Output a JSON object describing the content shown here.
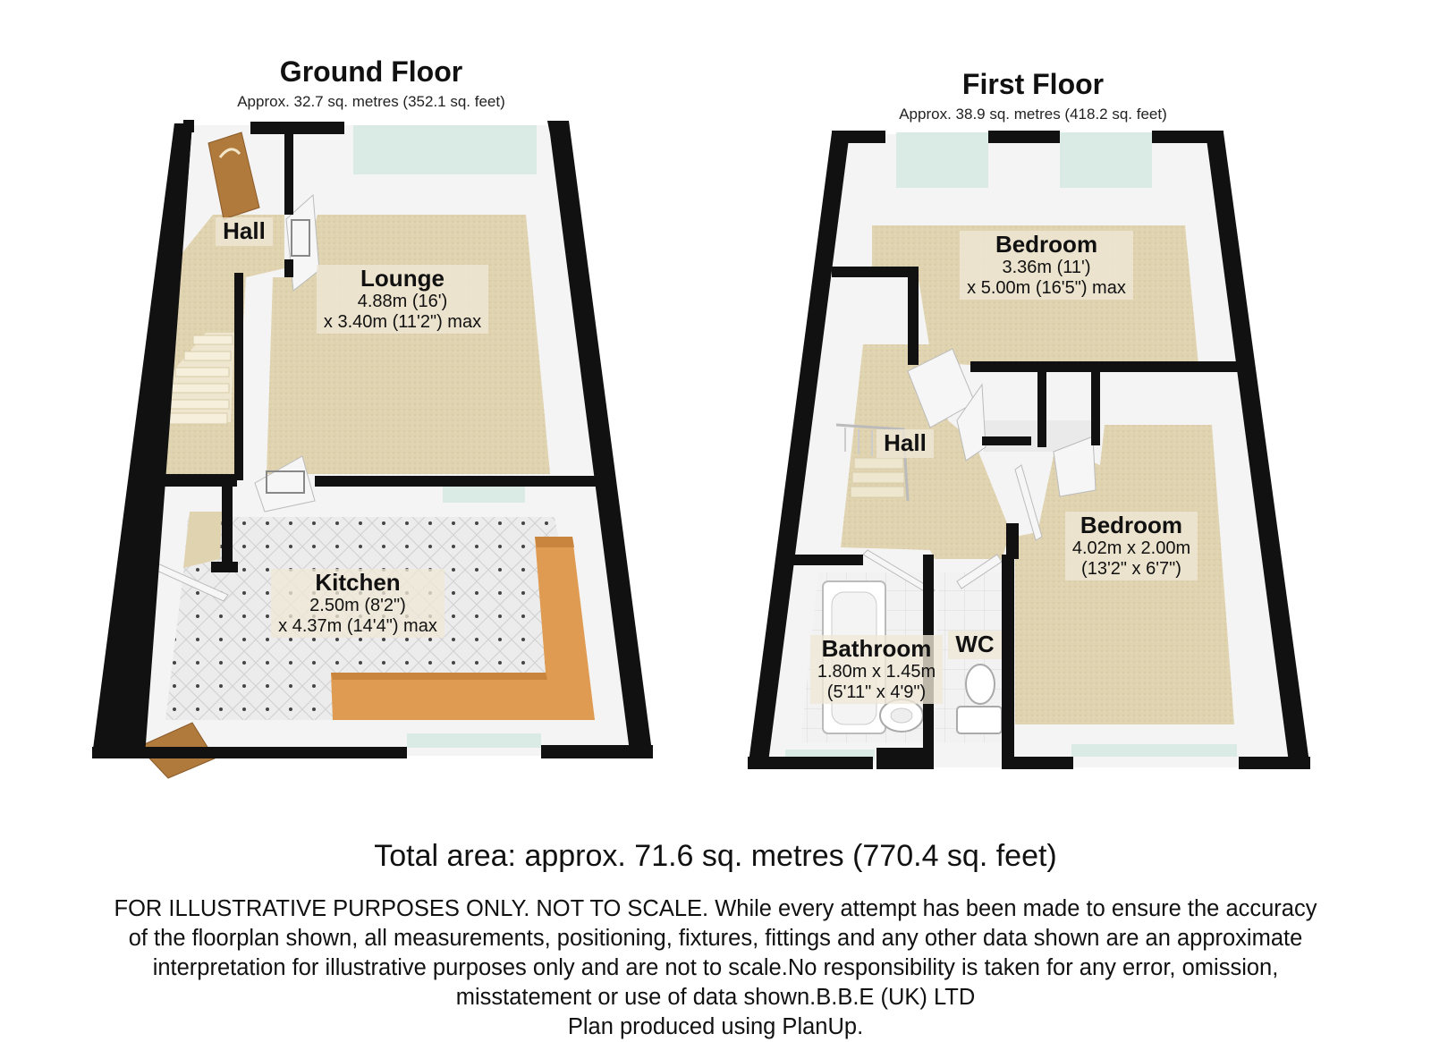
{
  "ground_floor": {
    "title": "Ground Floor",
    "area": "Approx. 32.7 sq. metres (352.1 sq. feet)",
    "rooms": [
      {
        "name": "Hall",
        "dims": []
      },
      {
        "name": "Lounge",
        "dims": [
          "4.88m (16')",
          "x 3.40m (11'2\") max"
        ]
      },
      {
        "name": "Kitchen",
        "dims": [
          "2.50m (8'2\")",
          "x 4.37m (14'4\") max"
        ]
      }
    ]
  },
  "first_floor": {
    "title": "First Floor",
    "area": "Approx. 38.9 sq. metres (418.2 sq. feet)",
    "rooms": [
      {
        "name": "Bedroom",
        "dims": [
          "3.36m (11')",
          "x 5.00m (16'5\") max"
        ]
      },
      {
        "name": "Hall",
        "dims": []
      },
      {
        "name": "Bedroom",
        "dims": [
          "4.02m x 2.00m",
          "(13'2\" x 6'7\")"
        ]
      },
      {
        "name": "Bathroom",
        "dims": [
          "1.80m x 1.45m",
          "(5'11\" x 4'9\")"
        ]
      },
      {
        "name": "WC",
        "dims": []
      }
    ]
  },
  "total_area": "Total area: approx. 71.6 sq. metres (770.4 sq. feet)",
  "disclaimer_lines": [
    "FOR ILLUSTRATIVE PURPOSES ONLY. NOT TO SCALE. While every attempt has been made to ensure the accuracy",
    "of the floorplan shown, all measurements, positioning, fixtures, fittings and any other data shown are an approximate",
    "interpretation for illustrative purposes only and are not to scale.No responsibility is taken for any error, omission,",
    "misstatement or use of data shown.B.B.E (UK) LTD",
    "Plan produced using PlanUp."
  ],
  "colors": {
    "carpet": "#e0d3b0",
    "wall_face": "#f4f4f4",
    "wall_top": "#111111",
    "tile": "#ececec",
    "worktop": "#e09b52",
    "door": "#b07a3c",
    "window": "#d9ebe4"
  }
}
